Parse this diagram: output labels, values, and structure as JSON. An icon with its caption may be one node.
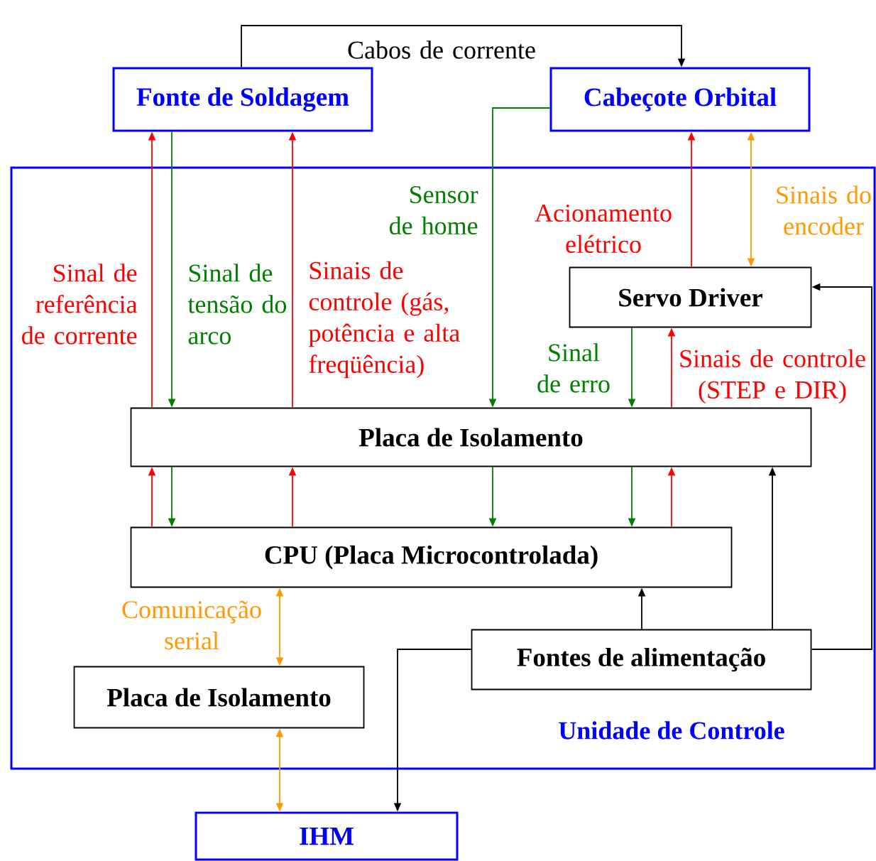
{
  "diagram": {
    "nodes": [
      {
        "text": [
          "Fonte de Soldagem"
        ]
      },
      {
        "text": [
          "Cabeçote Orbital"
        ]
      },
      {
        "text": [
          "Unidade de Controle"
        ]
      },
      {
        "text": [
          "Servo Driver"
        ],
        "in": 2
      },
      {
        "text": [
          "Placa de Isolamento"
        ],
        "in": 2
      },
      {
        "text": [
          "CPU (Placa Microcontrolada)"
        ],
        "in": 2
      },
      {
        "text": [
          "Placa de Isolamento"
        ],
        "in": 2
      },
      {
        "text": [
          "Fontes de alimentação"
        ],
        "in": 2
      },
      {
        "text": [
          "IHM"
        ]
      }
    ],
    "edges": [
      {
        "from": 0,
        "to": 1,
        "arrow": "to",
        "label": "Cabos de corrente",
        "color": "#000000"
      },
      {
        "from": 4,
        "to": 0,
        "arrow": "to",
        "label": "Sinal de referência de corrente",
        "color": "#ff0000"
      },
      {
        "from": 0,
        "to": 4,
        "arrow": "to",
        "label": "Sinal de tensão do arco",
        "color": "#008000"
      },
      {
        "from": 4,
        "to": 0,
        "arrow": "to",
        "label": "Sinais de controle (gás, potência e alta freqüência)",
        "color": "#ff0000"
      },
      {
        "from": 1,
        "to": 4,
        "arrow": "to",
        "label": "Sensor de home",
        "color": "#008000"
      },
      {
        "from": 3,
        "to": 1,
        "arrow": "to",
        "label": "Acionamento elétrico",
        "color": "#ff0000"
      },
      {
        "from": 1,
        "to": 3,
        "arrow": "both",
        "label": "Sinais do encoder",
        "color": "#ff9900"
      },
      {
        "from": 3,
        "to": 4,
        "arrow": "to",
        "label": "Sinal de erro",
        "color": "#008000"
      },
      {
        "from": 4,
        "to": 3,
        "arrow": "to",
        "label": "Sinais de controle (STEP e DIR)",
        "color": "#ff0000"
      },
      {
        "from": 5,
        "to": 4,
        "arrow": "to",
        "color": "#ff0000"
      },
      {
        "from": 4,
        "to": 5,
        "arrow": "to",
        "color": "#008000"
      },
      {
        "from": 5,
        "to": 4,
        "arrow": "to",
        "color": "#ff0000"
      },
      {
        "from": 4,
        "to": 5,
        "arrow": "to",
        "color": "#008000"
      },
      {
        "from": 4,
        "to": 5,
        "arrow": "to",
        "color": "#008000"
      },
      {
        "from": 5,
        "to": 4,
        "arrow": "to",
        "color": "#ff0000"
      },
      {
        "from": 7,
        "to": 5,
        "arrow": "to",
        "color": "#000000"
      },
      {
        "from": 7,
        "to": 4,
        "arrow": "to",
        "color": "#000000"
      },
      {
        "from": 7,
        "to": 3,
        "arrow": "to",
        "color": "#000000"
      },
      {
        "from": 5,
        "to": 6,
        "arrow": "both",
        "label": "Comunicação serial",
        "color": "#ff9900"
      },
      {
        "from": 6,
        "to": 8,
        "arrow": "both",
        "color": "#ff9900"
      },
      {
        "from": 7,
        "to": 8,
        "arrow": "to",
        "color": "#000000"
      }
    ]
  }
}
